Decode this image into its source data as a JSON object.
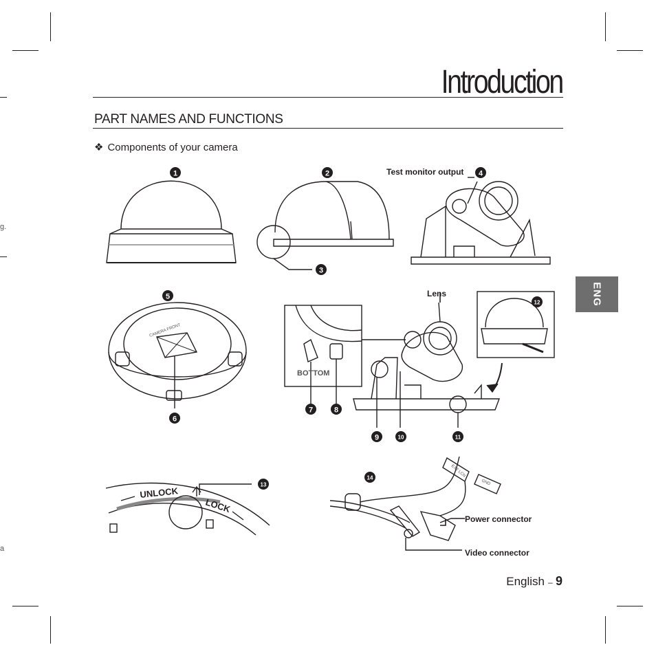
{
  "header": {
    "chapter_title": "Introduction"
  },
  "section": {
    "title": "PART NAMES AND FUNCTIONS",
    "subsection_bullet": "❖",
    "subsection_title": "Components of your camera"
  },
  "side_tab": {
    "label": "ENG",
    "color": "#6e6e6e"
  },
  "callouts": {
    "test_monitor_output": "Test monitor output",
    "lens": "Lens",
    "power_connector": "Power connector",
    "video_connector": "Video connector"
  },
  "part_numbers": [
    "1",
    "2",
    "3",
    "4",
    "5",
    "6",
    "7",
    "8",
    "9",
    "10",
    "11",
    "12",
    "13",
    "14"
  ],
  "illustration_text": {
    "bottom": "BOTTOM",
    "unlock": "UNLOCK",
    "lock": "LOCK",
    "camera_front": "CAMERA FRONT",
    "ext_lcn": "EXT LCN",
    "gnd": "GND"
  },
  "footer": {
    "language": "English",
    "dash": "–",
    "page_number": "9"
  },
  "edge_fragments": {
    "left_1": "g.",
    "left_2": "a"
  }
}
